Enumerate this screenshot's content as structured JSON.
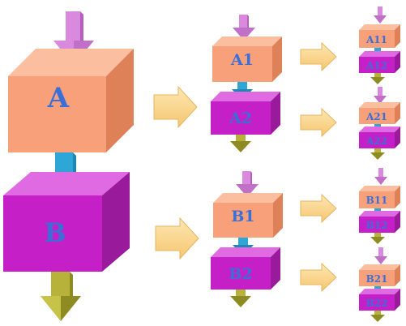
{
  "colors": {
    "orange_front": "#f8a07a",
    "orange_top": "#fbbf9f",
    "orange_side": "#de8058",
    "magenta_front": "#c51fc7",
    "magenta_top": "#e06ae2",
    "magenta_side": "#9a1a9c",
    "label": "#3a6fd8",
    "arrow_pink": "#d98ade",
    "arrow_cyan": "#2fa7d6",
    "arrow_olive": "#b7b33a",
    "arrow_yellow": "#fbd88c"
  },
  "labels": {
    "A": "A",
    "B": "B",
    "A1": "A1",
    "A2": "A2",
    "B1": "B1",
    "B2": "B2",
    "A11": "A11",
    "A12": "A12",
    "A21": "A21",
    "A22": "A22",
    "B11": "B11",
    "B12": "B12",
    "B21": "B21",
    "B22": "B22"
  }
}
